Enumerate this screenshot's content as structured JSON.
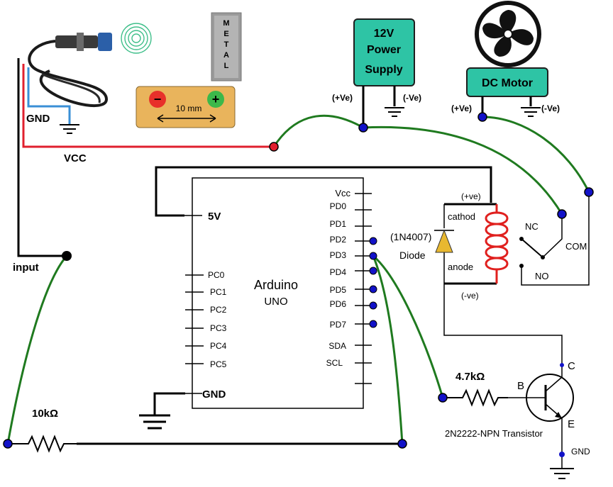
{
  "colors": {
    "wire": "#000000",
    "vcc_wire": "#e0202e",
    "gnd_wire": "#3a8fd6",
    "signal_wire": "#1f7a1f",
    "node_blue": "#1212c8",
    "box_teal": "#2ec4a5",
    "resistor_label": "#e0203a",
    "arduino_text": "#a01818",
    "pin_label": "#1a1ab8",
    "coil": "#e0201e",
    "diode": "#e8b830",
    "metal_plate": "#9a9a9a",
    "range_bg": "#e9b45c"
  },
  "sensor": {
    "gnd_label": "GND",
    "vcc_label": "VCC",
    "input_label": "input",
    "metal_text": "METAL",
    "range_text": "10 mm",
    "minus_sign": "−",
    "plus_sign": "+"
  },
  "power_supply": {
    "line1": "12V",
    "line2": "Power",
    "line3": "Supply",
    "pos_label": "(+Ve)",
    "neg_label": "(-Ve)"
  },
  "motor": {
    "label": "DC Motor",
    "pos_label": "(+Ve)",
    "neg_label": "(-Ve)"
  },
  "arduino": {
    "name_line1": "Arduino",
    "name_line2": "UNO",
    "pin_5v": "5V",
    "pin_gnd": "GND",
    "right_pins": [
      "Vcc",
      "PD0",
      "PD1",
      "PD2",
      "PD3",
      "PD4",
      "PD5",
      "PD6",
      "PD7",
      "SDA",
      "SCL"
    ],
    "left_pins": [
      "PC0",
      "PC1",
      "PC2",
      "PC3",
      "PC4",
      "PC5"
    ]
  },
  "relay": {
    "pos_label": "(+ve)",
    "neg_label": "(-ve)",
    "cathode_label": "cathod",
    "anode_label": "anode",
    "diode_part": "(1N4007)",
    "diode_label": "Diode",
    "nc_label": "NC",
    "com_label": "COM",
    "no_label": "NO"
  },
  "resistors": {
    "pulldown": "10kΩ",
    "base": "4.7kΩ"
  },
  "transistor": {
    "b_label": "B",
    "c_label": "C",
    "e_label": "E",
    "name": "2N2222-NPN Transistor",
    "gnd_label": "GND"
  }
}
